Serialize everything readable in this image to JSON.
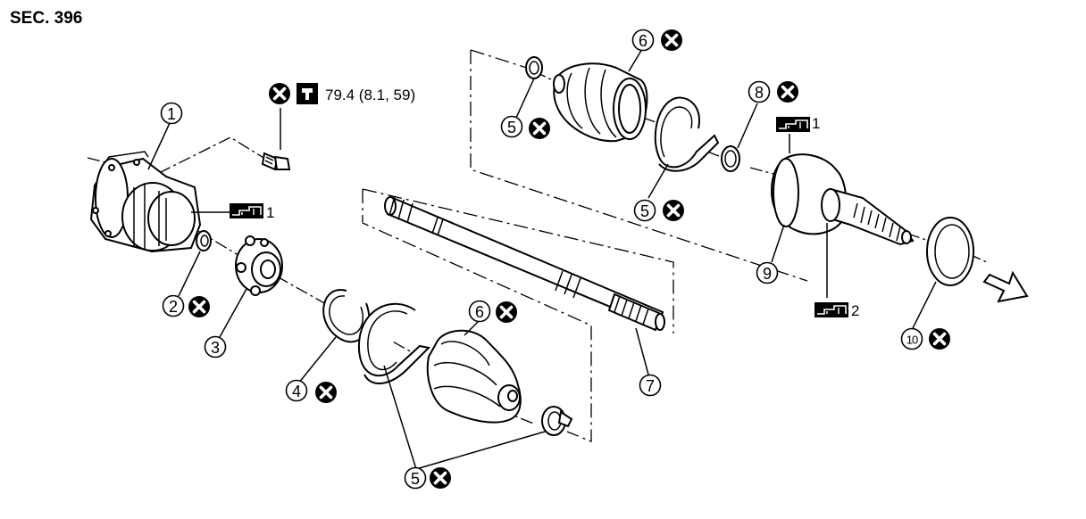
{
  "section_label": "SEC. 396",
  "torque_spec": "79.4 (8.1, 59)",
  "grease_label_1": "1",
  "grease_label_2": "2",
  "callouts": {
    "c1": "1",
    "c2": "2",
    "c3": "3",
    "c4": "4",
    "c5": "5",
    "c6": "6",
    "c7": "7",
    "c8": "8",
    "c9": "9",
    "c10": "10"
  },
  "icons": {
    "replace_icon": "circled-x-icon",
    "torque_icon": "wrench-icon",
    "grease_icon": "grease-symbol-icon",
    "direction_icon": "arrow-right-icon"
  },
  "colors": {
    "line": "#000000",
    "background": "#ffffff"
  }
}
